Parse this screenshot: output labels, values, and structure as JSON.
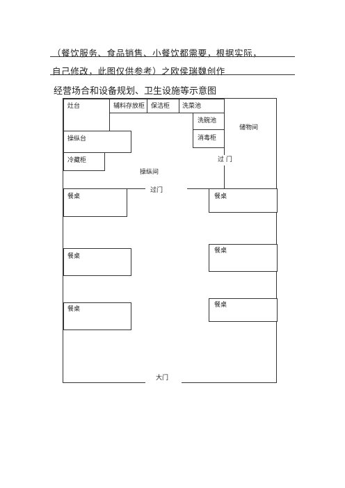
{
  "header": {
    "line1": "（餐饮服务、食品销售、小餐饮都需要，根据实际，",
    "line2": "自己修改，此图仅供参考）之欧侯瑞魏创作"
  },
  "subtitle": "经营场合和设备规划、卫生设施等示意图",
  "floorplan": {
    "stove": "灶台",
    "aux_cabinet": "辅料存放柜",
    "clean_cabinet": "保洁柜",
    "veg_sink": "洗菜池",
    "dish_sink": "洗碗池",
    "disinfect_cabinet": "消毒柜",
    "storage_room": "储物间",
    "prep_table": "操纵台",
    "fridge": "冷藏柜",
    "pass_door_right": "过  门",
    "operation_room": "操纵间",
    "pass_door_center": "过门",
    "table_1": "餐桌",
    "table_2": "餐桌",
    "table_3": "餐桌",
    "table_4": "餐桌",
    "table_5": "餐桌",
    "table_6": "餐桌",
    "main_door": "大门"
  }
}
